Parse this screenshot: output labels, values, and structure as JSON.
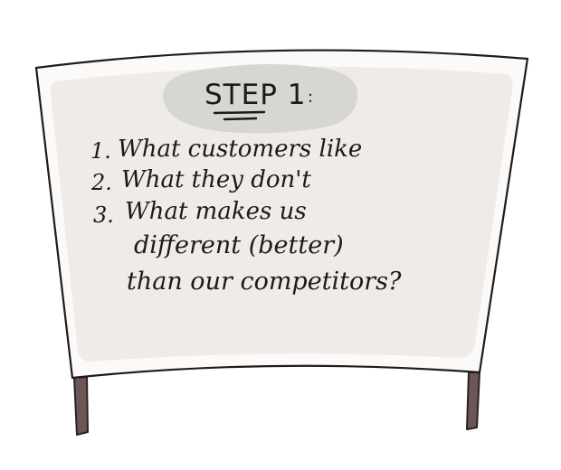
{
  "board": {
    "title": "STEP 1",
    "title_suffix": ":",
    "items": [
      {
        "number": "1.",
        "text": "What customers like"
      },
      {
        "number": "2.",
        "text": "What they don't"
      },
      {
        "number": "3.",
        "text": "What makes us"
      }
    ],
    "continuation": [
      "different (better)",
      "than our competitors?"
    ]
  },
  "colors": {
    "board_frame": "#fbfaf9",
    "board_panel": "#f1ebe7",
    "title_blob": "#d6d6d2",
    "ink": "#1c1a1a",
    "legs": "#6b5658"
  }
}
